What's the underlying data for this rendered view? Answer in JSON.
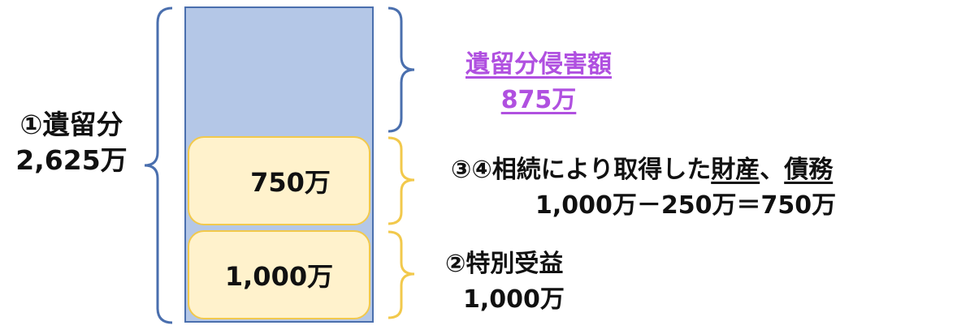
{
  "left": {
    "label": "①遺留分",
    "amount": "2,625万"
  },
  "blocks": {
    "inherited_value": "750万",
    "special_value": "1,000万"
  },
  "infringement": {
    "label": "遺留分侵害額",
    "amount": "875万"
  },
  "inheritance": {
    "prefix": "③④相続により取得した",
    "asset": "財産",
    "sep": "、",
    "debt": "債務",
    "formula": "1,000万－250万＝750万"
  },
  "special_benefit": {
    "label": "②特別受益",
    "amount": "1,000万"
  },
  "colors": {
    "bar_fill": "#b4c7e7",
    "bar_border": "#4a6fae",
    "block_fill": "#fff2cc",
    "block_border": "#f2c94c",
    "highlight_text": "#b050e0"
  }
}
